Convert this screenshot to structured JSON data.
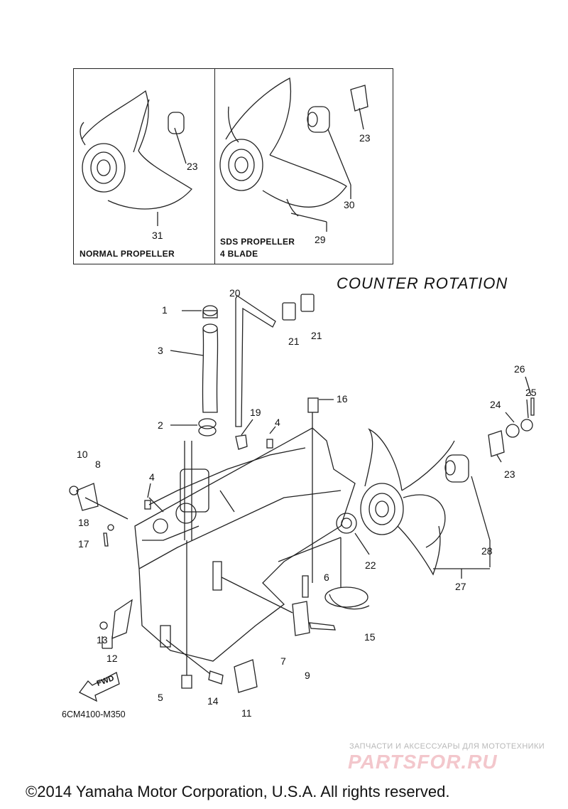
{
  "inset_left": {
    "caption": "NORMAL PROPELLER",
    "callouts": [
      "31",
      "23"
    ]
  },
  "inset_right": {
    "caption_line1": "SDS PROPELLER",
    "caption_line2": "4 BLADE",
    "callouts": [
      "23",
      "30",
      "29"
    ]
  },
  "rotation_label": "COUNTER  ROTATION",
  "callouts": {
    "c1": "1",
    "c2": "2",
    "c3": "3",
    "c4a": "4",
    "c4b": "4",
    "c5": "5",
    "c6": "6",
    "c7": "7",
    "c8": "8",
    "c9": "9",
    "c10": "10",
    "c11": "11",
    "c12": "12",
    "c13": "13",
    "c14": "14",
    "c15": "15",
    "c16": "16",
    "c17": "17",
    "c18": "18",
    "c19": "19",
    "c20": "20",
    "c21a": "21",
    "c21b": "21",
    "c22": "22",
    "c23": "23",
    "c24": "24",
    "c25": "25",
    "c26": "26",
    "c27": "27",
    "c28": "28"
  },
  "fwd_arrow": "FWD",
  "diagram_code": "6CM4100-M350",
  "watermark": {
    "tagline": "ЗАПЧАСТИ И АКСЕССУАРЫ ДЛЯ МОТОТЕХНИКИ",
    "brand": "PARTSFOR.RU"
  },
  "copyright": "©2014 Yamaha Motor Corporation, U.S.A. All rights reserved.",
  "colors": {
    "line": "#222222",
    "background": "#ffffff",
    "watermark_brand": "#f3c7cc"
  }
}
